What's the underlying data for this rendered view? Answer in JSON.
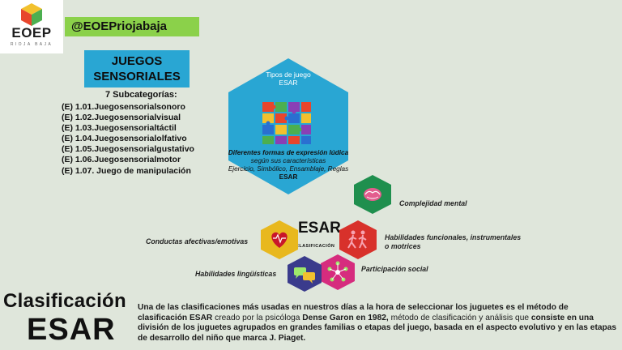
{
  "logo": {
    "name": "EOEP",
    "subtitle": "RIOJA BAJA",
    "colors": {
      "top": "#f2c12e",
      "left": "#e8452c",
      "right": "#4caf50"
    }
  },
  "handle": "@EOEPriojabaja",
  "juegos": {
    "title_line1": "JUEGOS",
    "title_line2": "SENSORIALES",
    "subcat_title": "7 Subcategorías:",
    "items": [
      "(E) 1.01.Juegosensorialsonoro",
      "(E) 1.02.Juegosensorialvisual",
      "(E) 1.03.Juegosensorialtáctil",
      "(E) 1.04.Juegosensorialolfativo",
      "(E) 1.05.Juegosensorialgustativo",
      "(E) 1.06.Juegosensorialmotor",
      "(E)  1.07. Juego de manipulación"
    ]
  },
  "hexagon": {
    "title_line1": "Tipos de juego",
    "title_line2": "ESAR",
    "desc_line1": "Diferentes formas de expresión lúdica",
    "desc_line2": "según sus características",
    "desc_line3": "Ejercicio, Simbólico, Ensamblaje, Reglas",
    "desc_line4": "ESAR",
    "color": "#29a6d3"
  },
  "center": {
    "title": "ESAR",
    "subtitle": "CLASIFICACIÓN"
  },
  "categories": {
    "mental": {
      "label": "Complejidad mental",
      "color": "#1f8f4e",
      "icon": "brain-icon"
    },
    "funcionales": {
      "label_line1": "Habilidades funcionales, instrumentales",
      "label_line2": "o motrices",
      "color": "#d8312b",
      "icon": "running-figures-icon"
    },
    "social": {
      "label": "Participación social",
      "color": "#d62c7e",
      "icon": "people-network-icon"
    },
    "linguisticas": {
      "label": "Habilidades lingüísticas",
      "color": "#3a3b8c",
      "icon": "speech-bubbles-icon"
    },
    "afectivas": {
      "label": "Conductas afectivas/emotivas",
      "color": "#e8b81e",
      "icon": "heart-icon"
    }
  },
  "bottom": {
    "clasificacion": "Clasificación",
    "esar": "ESAR",
    "para_1": "Una de las clasificaciones más usadas en nuestros días a la hora de seleccionar los juguetes es el método de clasificación ESAR",
    "para_2": " creado por  la psicóloga ",
    "para_3": "Dense Garon en 1982,",
    "para_4": " método de clasificación y análisis que ",
    "para_5": "consiste en una división de los juguetes agrupados en grandes familias o etapas del juego, basada en el aspecto evolutivo y en las etapas de desarrollo del niño que marca J. Piaget."
  }
}
